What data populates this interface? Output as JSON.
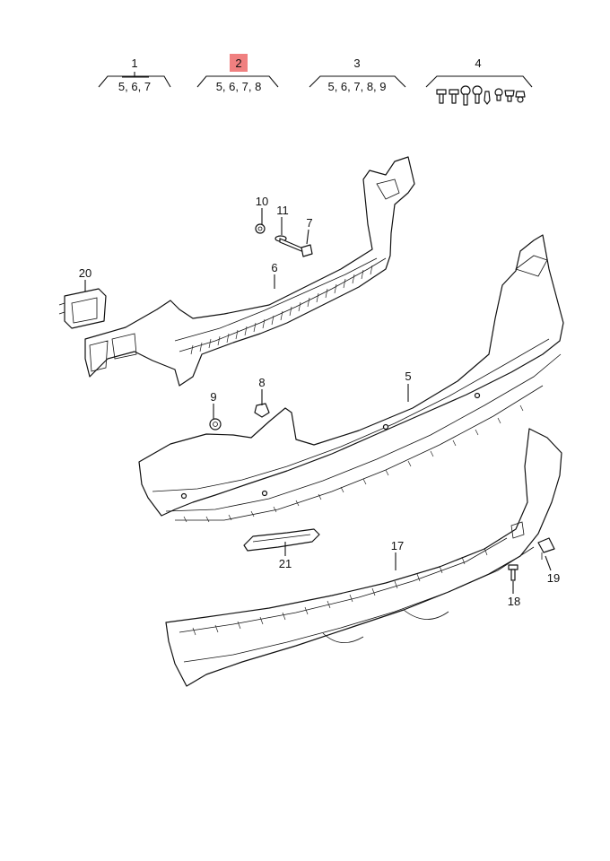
{
  "diagram": {
    "highlight_color": "#f08080",
    "groups": [
      {
        "id": "1",
        "sub": "5, 6, 7",
        "highlighted": false
      },
      {
        "id": "2",
        "sub": "5, 6, 7, 8",
        "highlighted": true
      },
      {
        "id": "3",
        "sub": "5, 6, 7, 8, 9",
        "highlighted": false
      },
      {
        "id": "4",
        "sub": "",
        "highlighted": false
      }
    ],
    "callouts": {
      "c10": "10",
      "c11": "11",
      "c7": "7",
      "c6": "6",
      "c20": "20",
      "c9": "9",
      "c8": "8",
      "c5": "5",
      "c21": "21",
      "c17": "17",
      "c18": "18",
      "c19": "19"
    }
  }
}
